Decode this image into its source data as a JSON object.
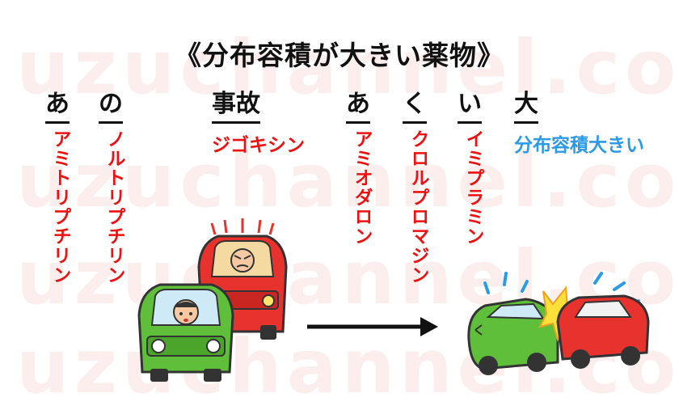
{
  "watermark": "uzuchannel.com",
  "title": "《分布容積が大きい薬物》",
  "columns": [
    {
      "head": "あ",
      "drug": "アミトリプチリン"
    },
    {
      "head": "の",
      "drug": "ノルトリプチリン"
    },
    {
      "head": "事故",
      "drug": "ジゴキシン"
    },
    {
      "head": "あ",
      "drug": "アミオダロン"
    },
    {
      "head": "く",
      "drug": "クロルプロマジン"
    },
    {
      "head": "い",
      "drug": "イミプラミン"
    },
    {
      "head": "大",
      "drug": "分布容積大きい"
    }
  ],
  "colors": {
    "drug_text": "#ee1111",
    "highlight_text": "#2b9be8",
    "green_car": "#5fbf3a",
    "red_car": "#e8322e"
  }
}
